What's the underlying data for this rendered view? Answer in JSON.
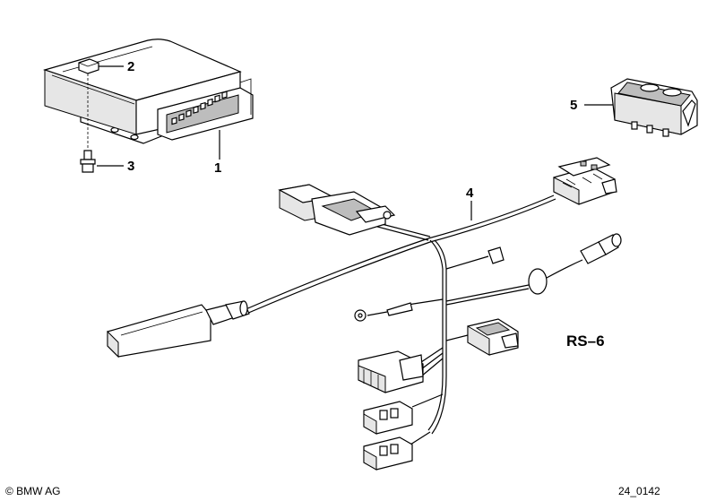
{
  "callouts": {
    "c1": "1",
    "c2": "2",
    "c3": "3",
    "c4": "4",
    "c5": "5"
  },
  "model_code": "RS–6",
  "copyright": "© BMW AG",
  "drawing_number": "24_0142"
}
